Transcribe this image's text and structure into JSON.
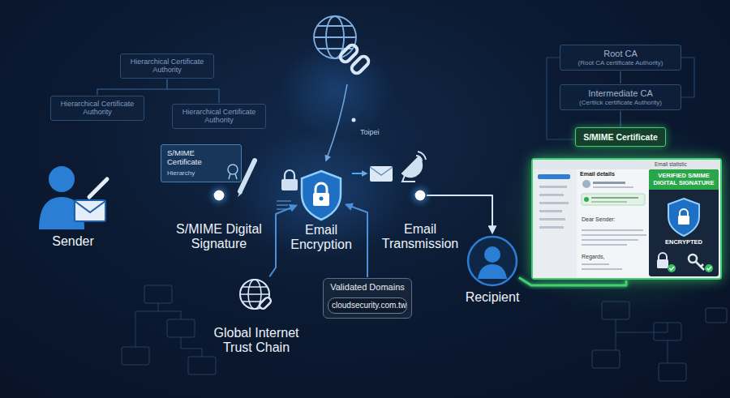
{
  "diagram": {
    "nodes": [
      {
        "text": [
          "Hierarchical Certificate Authority"
        ]
      },
      {
        "text": [
          "Hierarchical Certificate Authority"
        ]
      },
      {
        "text": [
          "Hierarchical Certificate Authority"
        ]
      },
      {
        "text": [
          "Root CA",
          "(Root CA certificate Authority)"
        ]
      },
      {
        "text": [
          "Intermediate CA",
          "(Certiick certificate Authority)"
        ]
      },
      {
        "text": [
          "S/MIME Certificate"
        ]
      },
      {
        "text": [
          "S/MIME Certificate",
          "Hierarchy"
        ]
      },
      {
        "text": [
          "Sender"
        ]
      },
      {
        "text": [
          "S/MIME Digital Signature"
        ]
      },
      {
        "text": [
          "Email Encryption"
        ]
      },
      {
        "text": [
          "Email Transmission"
        ]
      },
      {
        "text": [
          "Email details",
          "Dear Sender:",
          "Regards,",
          "Email statistic"
        ]
      },
      {
        "text": [
          "VERIFIED S/MIME DIGITAL SIGNATURE",
          "ENCRYPTED"
        ],
        "in": 11
      },
      {
        "text": [
          "Recipient"
        ]
      },
      {
        "text": [
          "Global Internet Trust Chain"
        ]
      },
      {
        "text": [
          "Validated Domains"
        ]
      },
      {
        "text": [
          "cloudsecurity.com.tw"
        ],
        "in": 15
      }
    ],
    "edges": [
      {
        "from": 0,
        "to": 1,
        "arrow": "none"
      },
      {
        "from": 0,
        "to": 2,
        "arrow": "none"
      },
      {
        "from": 3,
        "to": 4,
        "arrow": "none"
      },
      {
        "from": 4,
        "to": 5,
        "arrow": "none"
      },
      {
        "from": 7,
        "to": 8,
        "arrow": "to"
      },
      {
        "from": 8,
        "to": 9,
        "arrow": "to"
      },
      {
        "from": 9,
        "to": 10,
        "arrow": "to"
      },
      {
        "from": 10,
        "to": 13,
        "arrow": "to"
      },
      {
        "from": 14,
        "to": 9,
        "arrow": "to"
      },
      {
        "from": 15,
        "to": 9,
        "arrow": "to"
      },
      {
        "from": 13,
        "to": 11,
        "arrow": "none"
      }
    ],
    "labels": [
      "Toipei"
    ]
  }
}
